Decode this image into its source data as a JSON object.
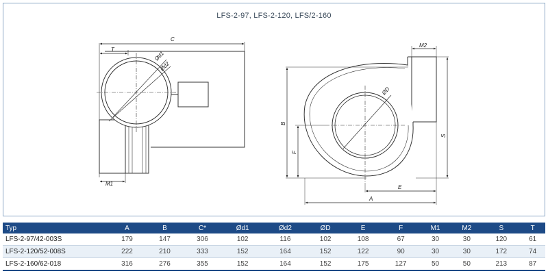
{
  "drawing": {
    "title": "LFS-2-97, LFS-2-120, LFS/2-160",
    "labels": {
      "C": "C",
      "T": "T",
      "d1": "Ød1",
      "d2": "Ød2",
      "M1": "M1",
      "M2": "M2",
      "B": "B",
      "F": "F",
      "D": "ØD",
      "S": "S",
      "E": "E",
      "A": "A"
    }
  },
  "table": {
    "headers": [
      "Typ",
      "A",
      "B",
      "C*",
      "Ød1",
      "Ød2",
      "ØD",
      "E",
      "F",
      "M1",
      "M2",
      "S",
      "T"
    ],
    "rows": [
      [
        "LFS-2-97/42-003S",
        "179",
        "147",
        "306",
        "102",
        "116",
        "102",
        "108",
        "67",
        "30",
        "30",
        "120",
        "61"
      ],
      [
        "LFS-2-120/52-008S",
        "222",
        "210",
        "333",
        "152",
        "164",
        "152",
        "122",
        "90",
        "30",
        "30",
        "172",
        "74"
      ],
      [
        "LFS-2-160/62-018",
        "316",
        "276",
        "355",
        "152",
        "164",
        "152",
        "175",
        "127",
        "50",
        "50",
        "213",
        "87"
      ]
    ]
  }
}
